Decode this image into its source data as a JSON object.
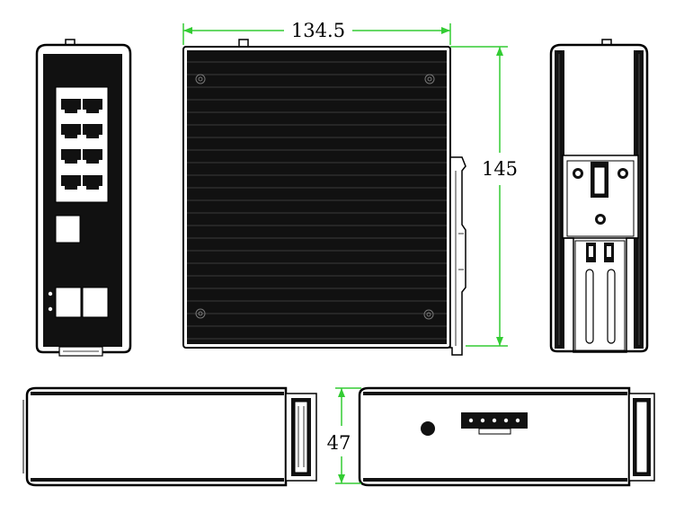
{
  "dimensions": {
    "width_label": "134.5",
    "height_label": "145",
    "depth_label": "47"
  },
  "colors": {
    "dimension_line": "#33cc33",
    "body": "#111111",
    "outline": "#000000",
    "background": "#ffffff"
  }
}
